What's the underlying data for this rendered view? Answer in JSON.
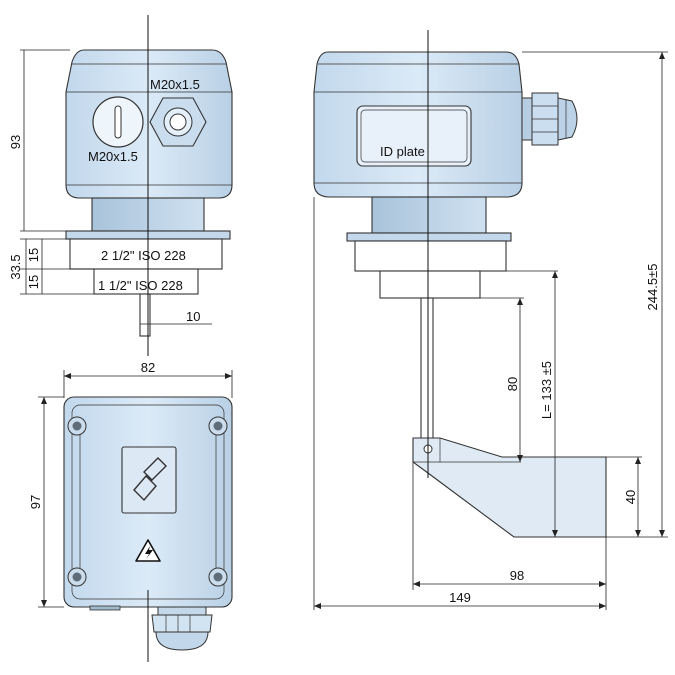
{
  "colors": {
    "body": "#d6e8f6",
    "body_dark": "#b4cde2",
    "edge": "#36424e",
    "line": "#222222"
  },
  "front_view": {
    "label_m20_top": "M20x1.5",
    "label_m20_bottom": "M20x1.5",
    "dim_height": "93",
    "dim_33_5": "33.5",
    "dim_15_upper": "15",
    "dim_15_lower": "15",
    "thread_large": "2 1/2\" ISO 228",
    "thread_small": "1 1/2\" ISO 228",
    "dim_shaft": "10",
    "cap_icon": "screw-cap-icon",
    "gland_icon": "cable-gland-icon"
  },
  "top_view": {
    "dim_width": "82",
    "dim_depth": "97",
    "logo_icon": "company-logo-icon",
    "warning_icon": "high-voltage-warning-icon"
  },
  "side_view": {
    "id_plate": "ID plate",
    "dim_total": "244.5±5",
    "dim_length": "L= 133 ±5",
    "dim_80": "80",
    "dim_40": "40",
    "dim_98": "98",
    "dim_149": "149"
  }
}
